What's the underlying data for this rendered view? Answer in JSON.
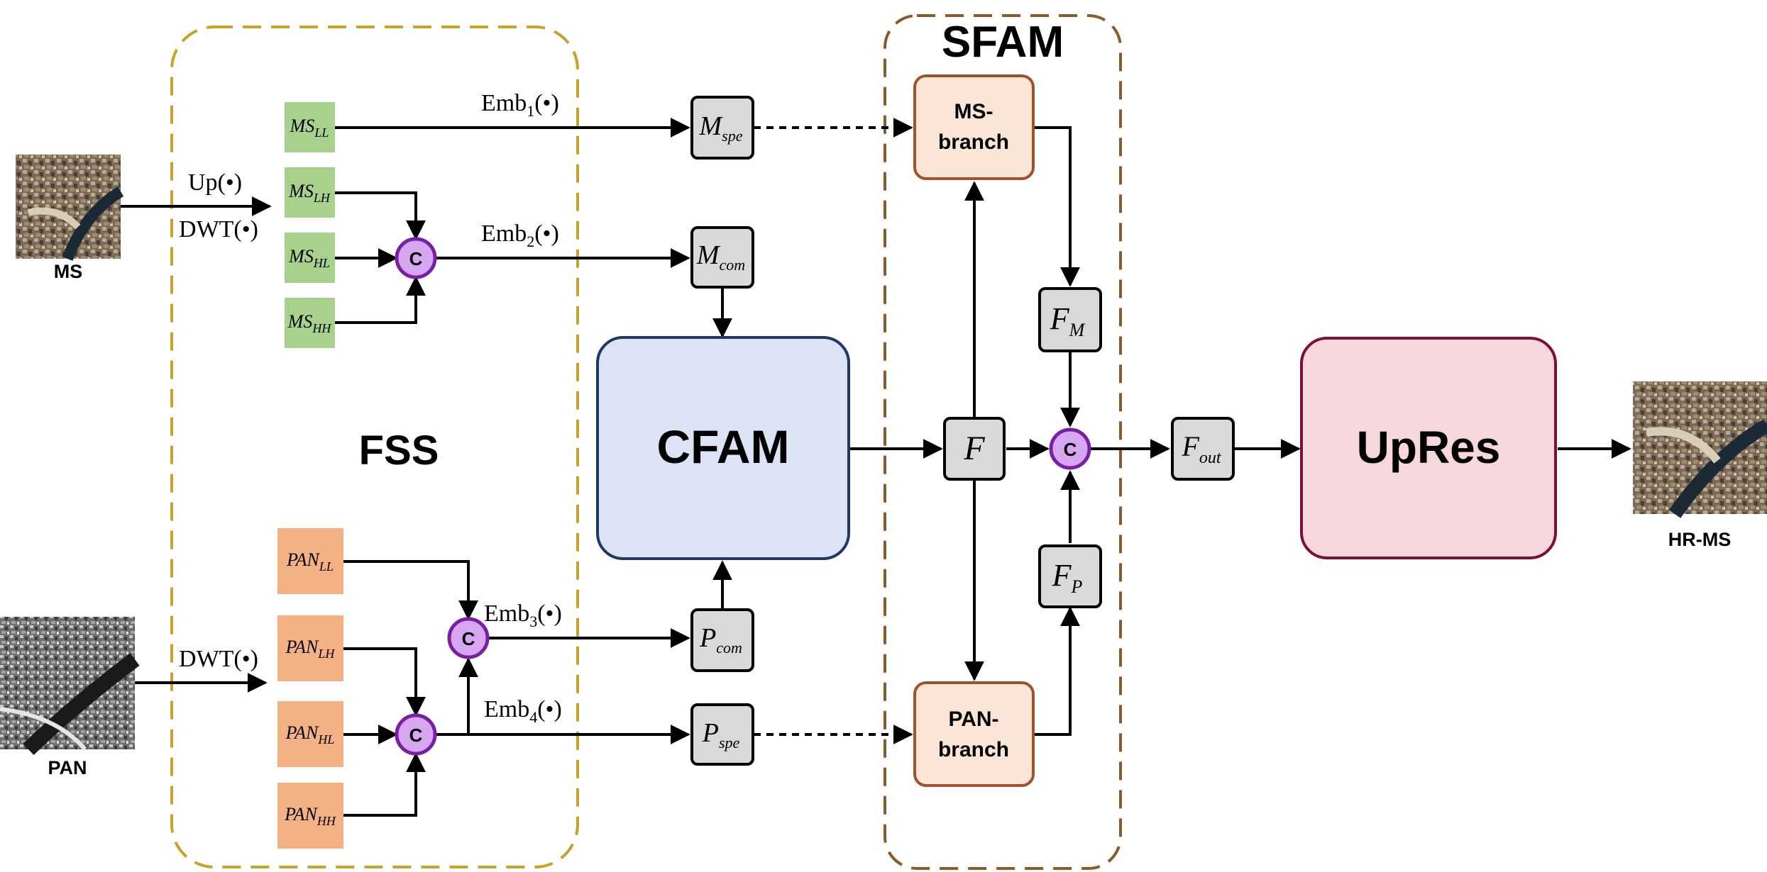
{
  "inputs": {
    "ms_label": "MS",
    "pan_label": "PAN",
    "output_label": "HR-MS"
  },
  "ops": {
    "up": "Up(•)",
    "dwt_ms": "DWT(•)",
    "dwt_pan": "DWT(•)",
    "emb1": {
      "base": "Emb",
      "sub": "1",
      "arg": "(•)"
    },
    "emb2": {
      "base": "Emb",
      "sub": "2",
      "arg": "(•)"
    },
    "emb3": {
      "base": "Emb",
      "sub": "3",
      "arg": "(•)"
    },
    "emb4": {
      "base": "Emb",
      "sub": "4",
      "arg": "(•)"
    }
  },
  "ms_bands": [
    {
      "base": "MS",
      "sub": "LL"
    },
    {
      "base": "MS",
      "sub": "LH"
    },
    {
      "base": "MS",
      "sub": "HL"
    },
    {
      "base": "MS",
      "sub": "HH"
    }
  ],
  "pan_bands": [
    {
      "base": "PAN",
      "sub": "LL"
    },
    {
      "base": "PAN",
      "sub": "LH"
    },
    {
      "base": "PAN",
      "sub": "HL"
    },
    {
      "base": "PAN",
      "sub": "HH"
    }
  ],
  "concat_symbol": "C",
  "features": {
    "m_spe": {
      "base": "M",
      "sub": "spe"
    },
    "m_com": {
      "base": "M",
      "sub": "com"
    },
    "p_com": {
      "base": "P",
      "sub": "com"
    },
    "p_spe": {
      "base": "P",
      "sub": "spe"
    },
    "f": {
      "base": "F",
      "sub": ""
    },
    "f_m": {
      "base": "F",
      "sub": "M"
    },
    "f_p": {
      "base": "F",
      "sub": "P"
    },
    "f_out": {
      "base": "F",
      "sub": "out"
    }
  },
  "modules": {
    "fss": "FSS",
    "sfam": "SFAM",
    "cfam": "CFAM",
    "upres": "UpRes",
    "ms_branch": [
      "MS-",
      "branch"
    ],
    "pan_branch": [
      "PAN-",
      "branch"
    ]
  },
  "colors": {
    "fss_border": "#c9a227",
    "sfam_border": "#8a5a2b",
    "ms_band_fill": "#a9d18e",
    "pan_band_fill": "#f4b183",
    "concat_fill": "#d7a6f0",
    "concat_border": "#7b1fa2",
    "feature_fill": "#d9d9d9",
    "cfam_fill": "#dce3f4",
    "cfam_border": "#1f3864",
    "branch_fill": "#fbe5d6",
    "branch_border": "#a0522d",
    "upres_fill": "#f5d7dc",
    "upres_border": "#7b1030"
  }
}
